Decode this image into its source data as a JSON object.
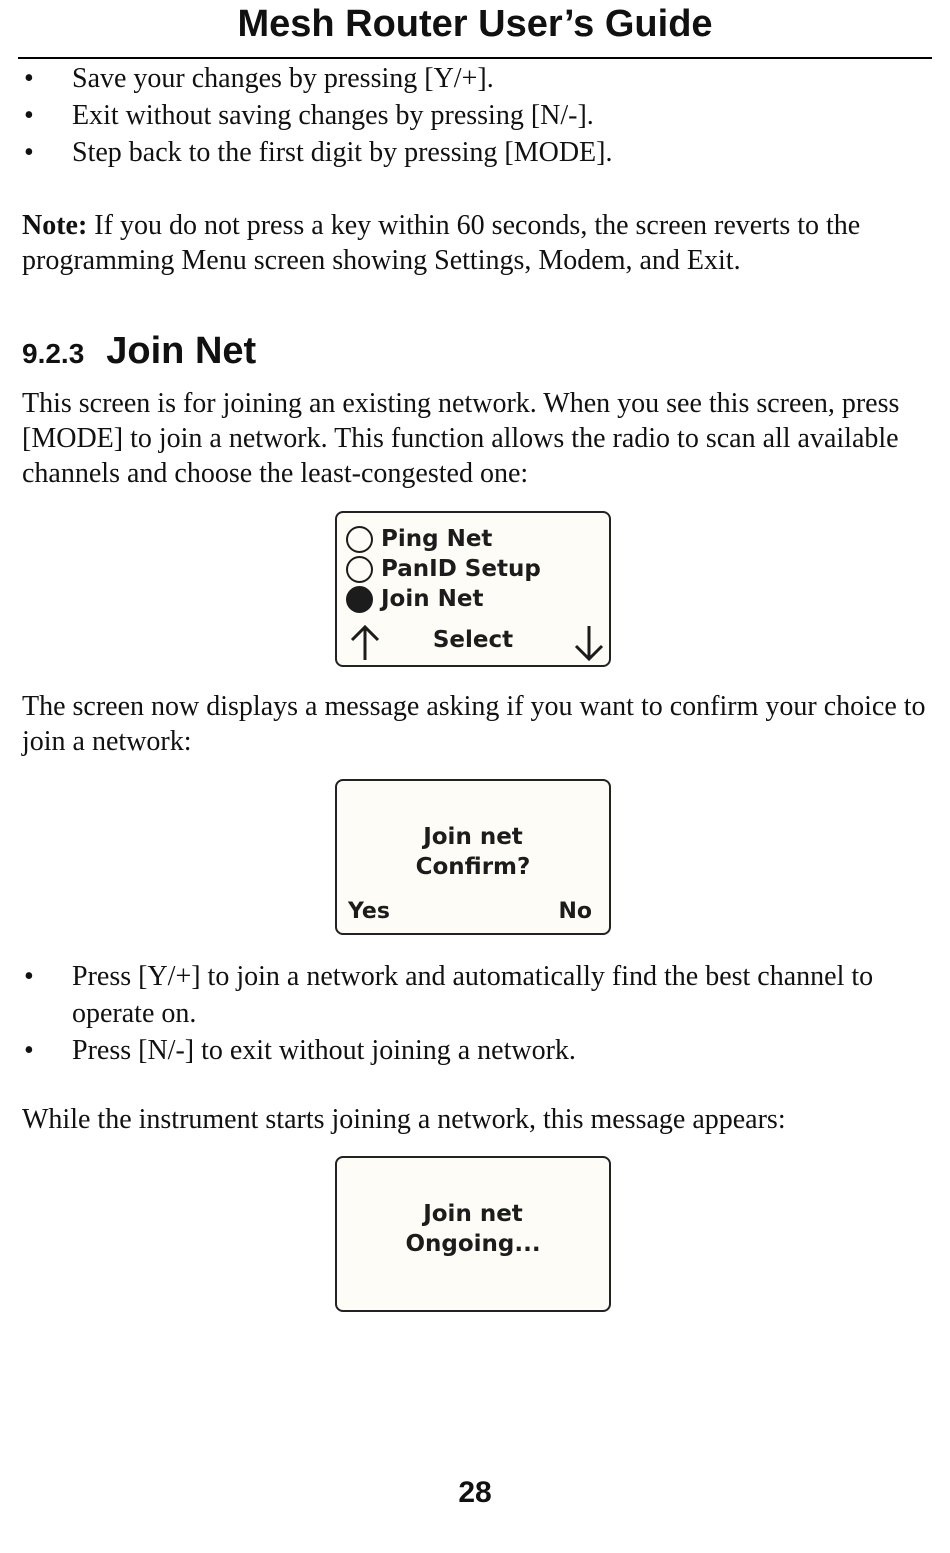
{
  "header": {
    "title": "Mesh Router User’s Guide"
  },
  "bullets_top": [
    "Save your changes by pressing [Y/+].",
    "Exit without saving changes by pressing [N/-].",
    "Step back to the first digit by pressing [MODE]."
  ],
  "note": {
    "label": "Note:",
    "text": " If you do not press a key within 60 seconds, the screen reverts to the programming Menu screen showing Settings, Modem, and Exit."
  },
  "section": {
    "number": "9.2.3",
    "title": "Join Net"
  },
  "intro": "This screen is for joining an existing network. When you see this screen, press [MODE] to join a network. This function allows the radio to scan all available channels and choose the least-congested one:",
  "screen_menu": {
    "items": [
      {
        "label": "Ping Net",
        "selected": false
      },
      {
        "label": "PanID Setup",
        "selected": false
      },
      {
        "label": "Join Net",
        "selected": true
      }
    ],
    "select_label": "Select",
    "icons": {
      "up": "up-arrow-icon",
      "down": "down-arrow-icon",
      "radio_empty": "radio-empty-icon",
      "radio_filled": "radio-filled-icon"
    }
  },
  "confirm_intro": "The screen now displays a message asking if you want to confirm your choice to join a network:",
  "screen_confirm": {
    "line1": "Join net",
    "line2": "Confirm?",
    "yes": "Yes",
    "no": "No"
  },
  "bullets_bottom": [
    "Press [Y/+] to join a network and automatically find the best channel to operate on.",
    "Press [N/-] to exit without joining a network."
  ],
  "ongoing_intro": "While the instrument starts joining a network, this message appears:",
  "screen_ongoing": {
    "line1": "Join net",
    "line2": "Ongoing..."
  },
  "page_number": "28"
}
